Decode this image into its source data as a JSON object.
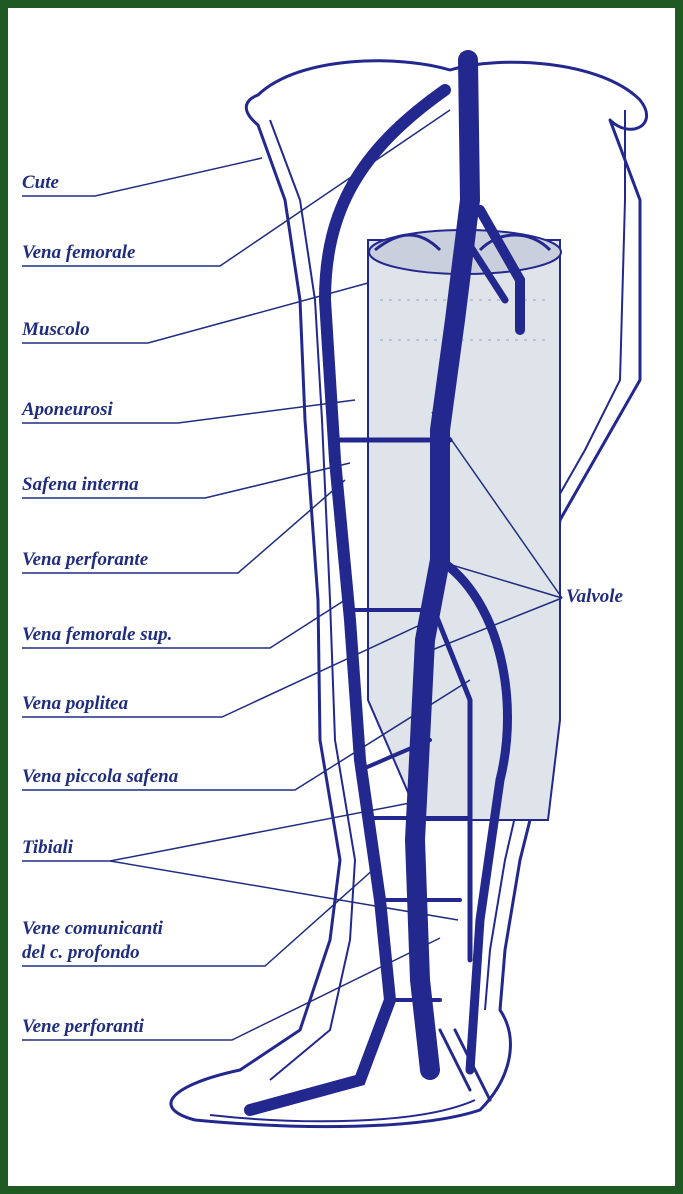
{
  "diagram": {
    "colors": {
      "ink": "#1f2d80",
      "vein": "#23288f",
      "fill": "#dfe3ea",
      "frame": "#1e5a22",
      "background": "#ffffff"
    },
    "labels": {
      "cute": "Cute",
      "vena_femorale": "Vena femorale",
      "muscolo": "Muscolo",
      "aponeurosi": "Aponeurosi",
      "safena_interna": "Safena interna",
      "vena_perforante": "Vena perforante",
      "vena_femorale_sup": "Vena femorale sup.",
      "vena_poplitea": "Vena poplitea",
      "vena_piccola_safena": "Vena piccola safena",
      "tibiali": "Tibiali",
      "vene_comunicanti_line1": "Vene comunicanti",
      "vene_comunicanti_line2": "del c. profondo",
      "vene_perforanti": "Vene perforanti",
      "valvole": "Valvole"
    }
  }
}
